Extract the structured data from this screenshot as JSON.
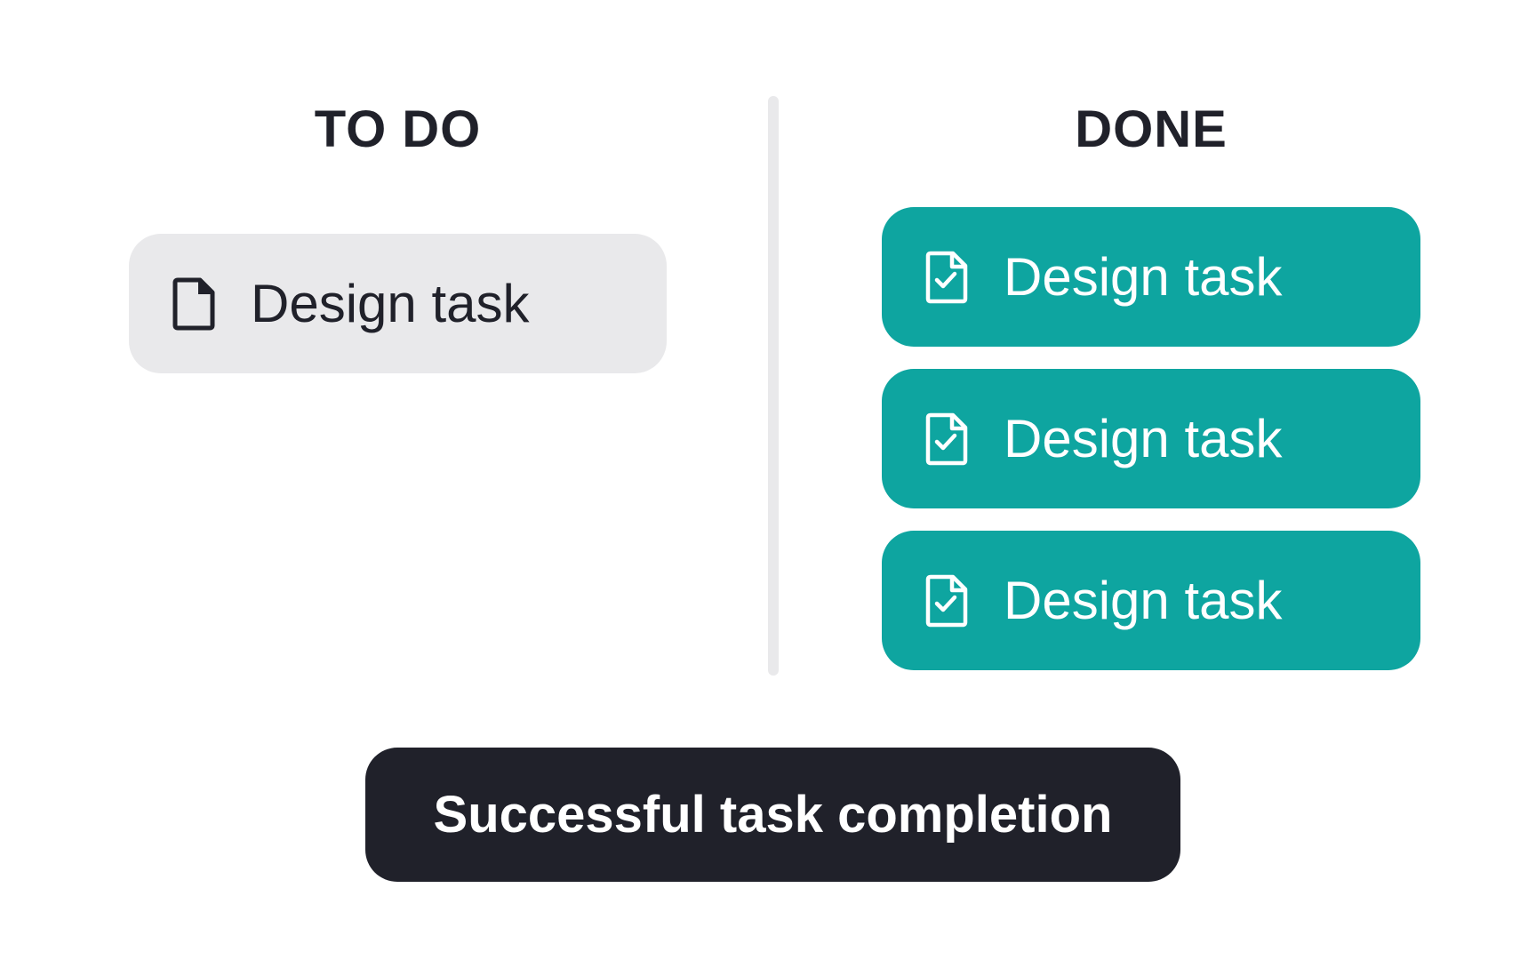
{
  "columns": {
    "todo": {
      "title": "TO DO",
      "tasks": [
        {
          "label": "Design task",
          "icon": "document-icon"
        }
      ]
    },
    "done": {
      "title": "DONE",
      "tasks": [
        {
          "label": "Design task",
          "icon": "document-check-icon"
        },
        {
          "label": "Design task",
          "icon": "document-check-icon"
        },
        {
          "label": "Design task",
          "icon": "document-check-icon"
        }
      ]
    }
  },
  "badge": {
    "text": "Successful task completion"
  },
  "colors": {
    "background": "#ffffff",
    "text_dark": "#20212a",
    "todo_card": "#e9e9eb",
    "done_card": "#0ea5a0",
    "divider": "#e9e9eb",
    "badge_background": "#20212a",
    "badge_text": "#ffffff"
  }
}
